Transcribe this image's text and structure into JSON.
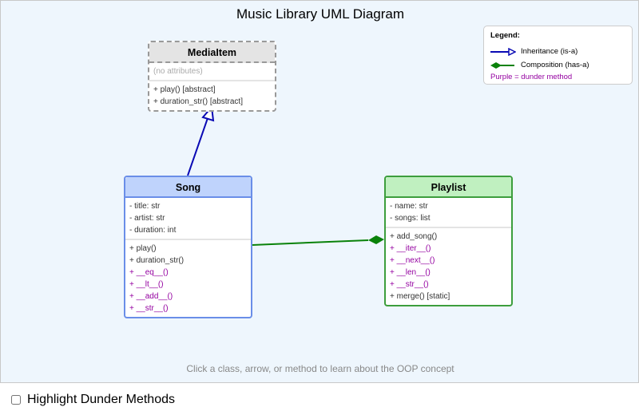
{
  "title": "Music Library UML Diagram",
  "colors": {
    "inheritance": "#0a0ab4",
    "composition": "#0a820a",
    "dunder": "#9400a0"
  },
  "classes": {
    "mediaitem": {
      "name": "MediaItem",
      "attributes_empty": "(no attributes)",
      "methods": [
        "+ play() [abstract]",
        "+ duration_str() [abstract]"
      ]
    },
    "song": {
      "name": "Song",
      "attributes": [
        "- title: str",
        "- artist: str",
        "- duration: int"
      ],
      "methods": [
        "+ play()",
        "+ duration_str()",
        "+ __eq__()",
        "+ __lt__()",
        "+ __add__()",
        "+ __str__()"
      ]
    },
    "playlist": {
      "name": "Playlist",
      "attributes": [
        "- name: str",
        "- songs: list"
      ],
      "methods": [
        "+ add_song()",
        "+ __iter__()",
        "+ __next__()",
        "+ __len__()",
        "+ __str__()",
        "+ merge() [static]"
      ]
    }
  },
  "legend": {
    "title": "Legend:",
    "inheritance": "Inheritance (is-a)",
    "composition": "Composition (has-a)",
    "dunder_note": "Purple = dunder method"
  },
  "hint": "Click a class, arrow, or method to learn about the OOP concept",
  "controls": {
    "highlight_label": "Highlight Dunder Methods",
    "highlight_checked": false
  }
}
